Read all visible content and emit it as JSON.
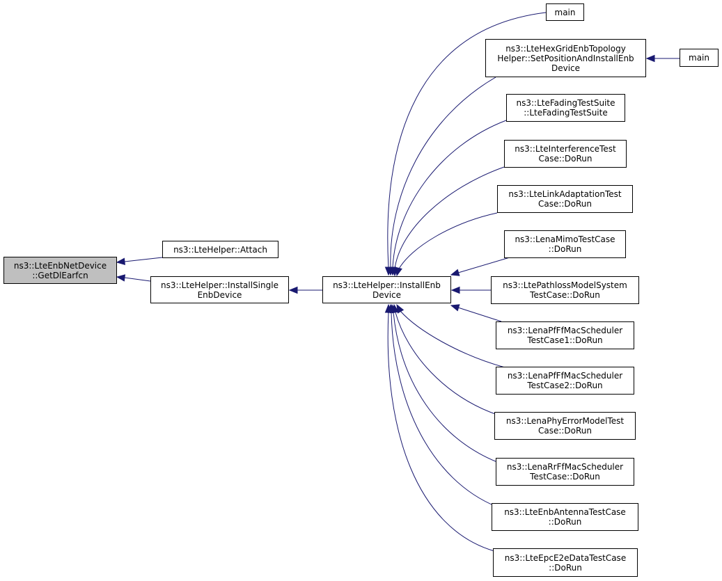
{
  "colors": {
    "edge": "#191970",
    "focus_fill": "#bfbfbf",
    "border": "#000000"
  },
  "nodes": {
    "getdlearfcn": [
      "ns3::LteEnbNetDevice",
      "::GetDlEarfcn"
    ],
    "attach": [
      "ns3::LteHelper::Attach"
    ],
    "installsingle": [
      "ns3::LteHelper::InstallSingle",
      "EnbDevice"
    ],
    "installenb": [
      "ns3::LteHelper::InstallEnb",
      "Device"
    ],
    "main1": [
      "main"
    ],
    "hexgrid": [
      "ns3::LteHexGridEnbTopology",
      "Helper::SetPositionAndInstallEnb",
      "Device"
    ],
    "main2": [
      "main"
    ],
    "fading": [
      "ns3::LteFadingTestSuite",
      "::LteFadingTestSuite"
    ],
    "interference": [
      "ns3::LteInterferenceTest",
      "Case::DoRun"
    ],
    "linkadapt": [
      "ns3::LteLinkAdaptationTest",
      "Case::DoRun"
    ],
    "mimo": [
      "ns3::LenaMimoTestCase",
      "::DoRun"
    ],
    "pathloss": [
      "ns3::LtePathlossModelSystem",
      "TestCase::DoRun"
    ],
    "pfff1": [
      "ns3::LenaPfFfMacScheduler",
      "TestCase1::DoRun"
    ],
    "pfff2": [
      "ns3::LenaPfFfMacScheduler",
      "TestCase2::DoRun"
    ],
    "phyerr": [
      "ns3::LenaPhyErrorModelTest",
      "Case::DoRun"
    ],
    "rrff": [
      "ns3::LenaRrFfMacScheduler",
      "TestCase::DoRun"
    ],
    "antenna": [
      "ns3::LteEnbAntennaTestCase",
      "::DoRun"
    ],
    "epce2e": [
      "ns3::LteEpcE2eDataTestCase",
      "::DoRun"
    ]
  }
}
